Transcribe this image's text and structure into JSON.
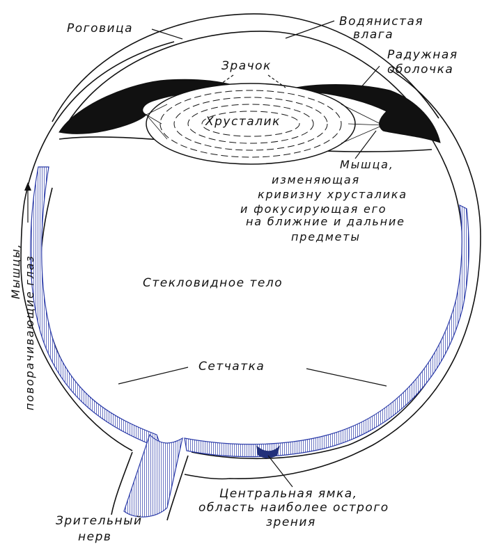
{
  "labels": {
    "cornea": "Роговица",
    "aqueous_1": "Водянистая",
    "aqueous_2": "влага",
    "pupil": "Зрачок",
    "iris_1": "Радужная",
    "iris_2": "оболочка",
    "lens": "Хрусталик",
    "muscle_1": "Мышца,",
    "muscle_2": "изменяющая",
    "muscle_3": "кривизну хрусталика",
    "muscle_4": "и фокусирующая его",
    "muscle_5": "на ближние и дальние",
    "muscle_6": "предметы",
    "vitreous": "Стекловидное тело",
    "retina": "Сетчатка",
    "eye_muscles_1": "Мышцы,",
    "eye_muscles_2": "поворачивающие глаз",
    "fovea_1": "Центральная ямка,",
    "fovea_2": "область наиболее острого",
    "fovea_3": "зрения",
    "optic_nerve_1": "Зрительный",
    "optic_nerve_2": "нерв"
  },
  "colors": {
    "ink": "#111111",
    "retina": "#2a3aa8",
    "background": "#ffffff"
  }
}
